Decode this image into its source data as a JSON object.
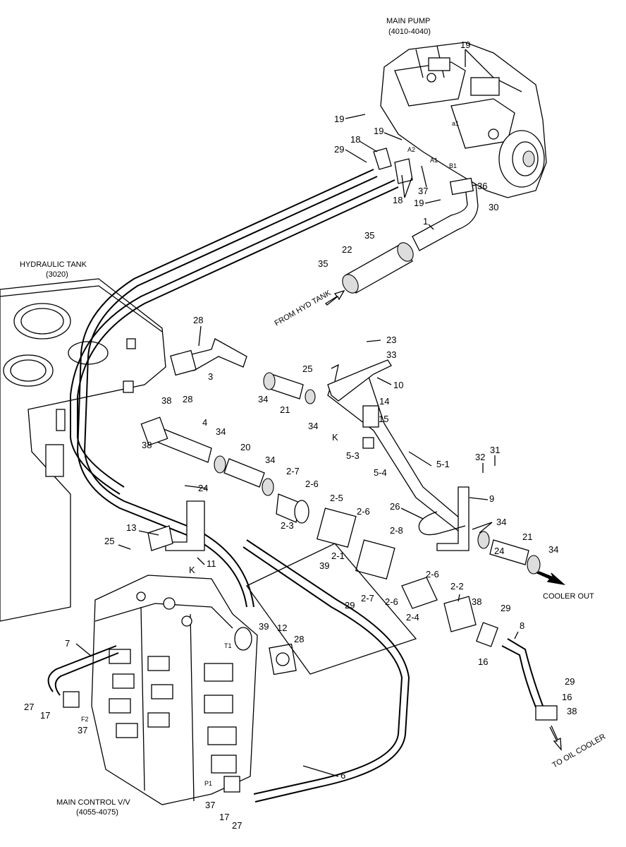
{
  "captions": {
    "main_pump": "MAIN PUMP",
    "main_pump_code": "(4010-4040)",
    "hydraulic_tank": "HYDRAULIC TANK",
    "hydraulic_tank_code": "(3020)",
    "main_control": "MAIN CONTROL V/V",
    "main_control_code": "(4055-4075)",
    "from_hyd_tank": "FROM HYD TANK",
    "cooler_out": "COOLER OUT",
    "to_oil_cooler": "TO OIL COOLER"
  },
  "port_labels": {
    "a1": "a1",
    "a2": "A2",
    "A1": "A1",
    "B1": "B1",
    "T1": "T1",
    "F2": "F2",
    "P1": "P1"
  },
  "parts": {
    "p1": "1",
    "p2_1": "2-1",
    "p2_2": "2-2",
    "p2_3": "2-3",
    "p2_4": "2-4",
    "p2_5": "2-5",
    "p2_6": "2-6",
    "p2_7": "2-7",
    "p2_8": "2-8",
    "p3": "3",
    "p4": "4",
    "p5_1": "5-1",
    "p5_3": "5-3",
    "p5_4": "5-4",
    "p6": "6",
    "p7": "7",
    "p8": "8",
    "p9": "9",
    "p10": "10",
    "p11": "11",
    "p12": "12",
    "p13": "13",
    "p14": "14",
    "p15": "15",
    "p16": "16",
    "p17": "17",
    "p18": "18",
    "p19": "19",
    "p20": "20",
    "p21": "21",
    "p22": "22",
    "p23": "23",
    "p24": "24",
    "p25": "25",
    "p26": "26",
    "p27": "27",
    "p28": "28",
    "p29": "29",
    "p30": "30",
    "p31": "31",
    "p32": "32",
    "p33": "33",
    "p34": "34",
    "p35": "35",
    "p36": "36",
    "p37": "37",
    "p38": "38",
    "p39": "39",
    "K": "K"
  }
}
